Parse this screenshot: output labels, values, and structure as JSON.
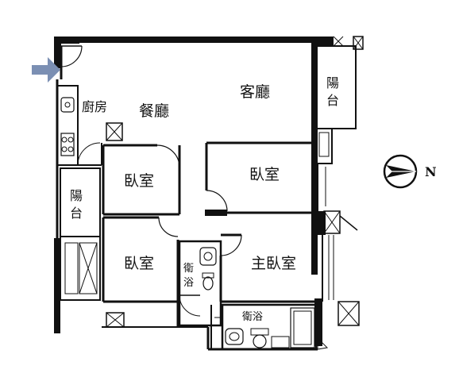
{
  "rooms": {
    "living_room": "客廳",
    "dining_room": "餐廳",
    "kitchen": "廚房",
    "balcony_east": "陽台",
    "balcony_west": "陽台",
    "bedroom_top": "臥室",
    "bedroom_right": "臥室",
    "bedroom_bottom": "臥室",
    "master_bedroom": "主臥室",
    "bathroom_small": "衛浴",
    "bathroom_master": "衛浴"
  },
  "compass": {
    "label": "N"
  },
  "colors": {
    "wall": "#111111",
    "entrance_arrow": "#7b8fb3",
    "background": "#ffffff"
  }
}
